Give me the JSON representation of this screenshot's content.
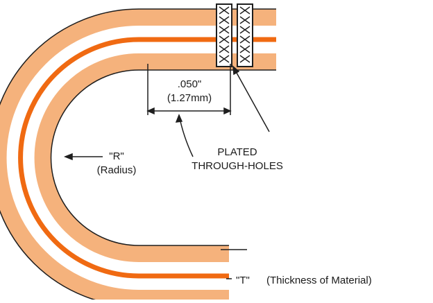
{
  "colors": {
    "outer_layer": "#f5b27c",
    "inner_trace": "#f06a12",
    "white_gap": "#ffffff",
    "stroke": "#1e1e1e",
    "hole_fill": "#ffffff"
  },
  "labels": {
    "spacing_value": ".050\"",
    "spacing_metric": "(1.27mm)",
    "radius_symbol": "\"R\"",
    "radius_label": "(Radius)",
    "plated_line1": "PLATED",
    "plated_line2": "THROUGH-HOLES",
    "thickness_symbol": "\"T\"",
    "thickness_label": "(Thickness of Material)"
  }
}
